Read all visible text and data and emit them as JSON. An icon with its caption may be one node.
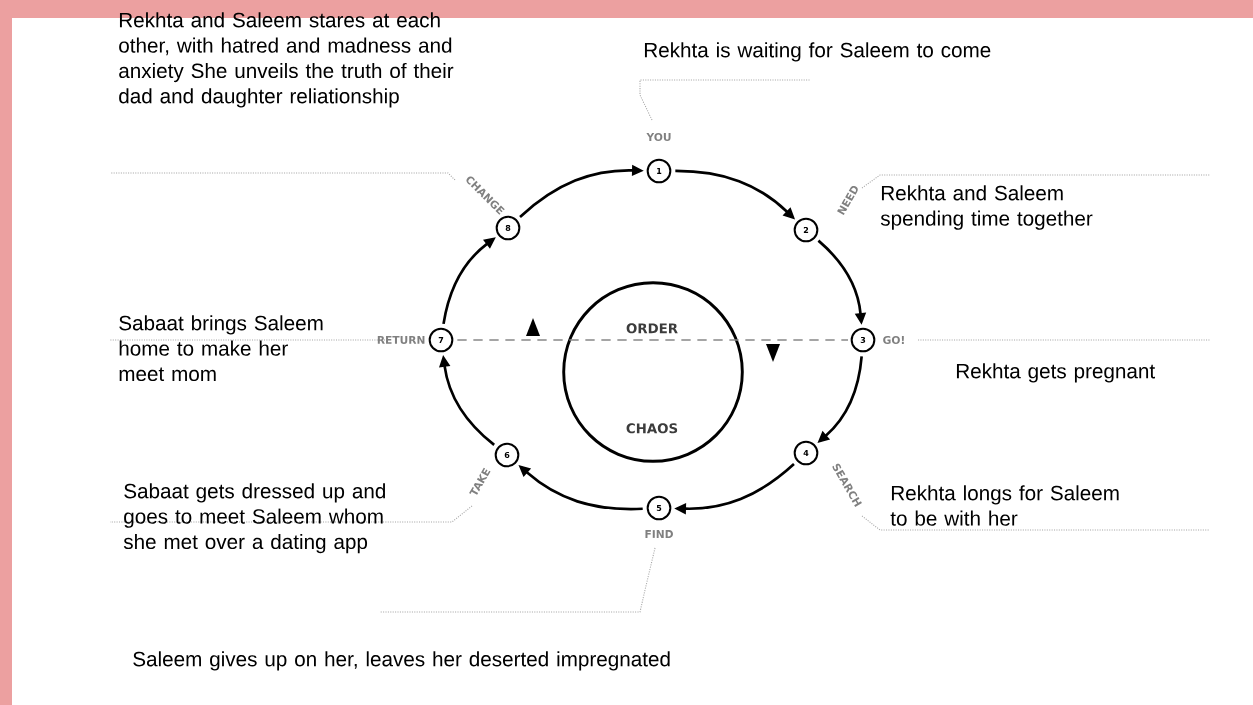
{
  "diagram": {
    "nodes": [
      {
        "text": [
          "1"
        ],
        "beside": [
          "YOU"
        ]
      },
      {
        "text": [
          "2"
        ],
        "beside": [
          "NEED"
        ]
      },
      {
        "text": [
          "3"
        ],
        "beside": [
          "GO!"
        ]
      },
      {
        "text": [
          "4"
        ],
        "beside": [
          "SEARCH"
        ]
      },
      {
        "text": [
          "5"
        ],
        "beside": [
          "FIND"
        ]
      },
      {
        "text": [
          "6"
        ],
        "beside": [
          "TAKE"
        ]
      },
      {
        "text": [
          "7"
        ],
        "beside": [
          "RETURN"
        ]
      },
      {
        "text": [
          "8"
        ],
        "beside": [
          "CHANGE"
        ]
      }
    ],
    "edges": [
      {
        "from": 0,
        "to": 1,
        "arrow": "to"
      },
      {
        "from": 1,
        "to": 2,
        "arrow": "to"
      },
      {
        "from": 2,
        "to": 3,
        "arrow": "to"
      },
      {
        "from": 3,
        "to": 4,
        "arrow": "to"
      },
      {
        "from": 4,
        "to": 5,
        "arrow": "to"
      },
      {
        "from": 5,
        "to": 6,
        "arrow": "to"
      },
      {
        "from": 6,
        "to": 7,
        "arrow": "to"
      },
      {
        "from": 7,
        "to": 0,
        "arrow": "to"
      },
      {
        "from": 6,
        "to": 2,
        "arrow": "none",
        "style": "dashed",
        "color": "#888888"
      }
    ],
    "labels": [
      "Rekhta and Saleem stares at each other, with hatred and madness and anxiety She unveils the truth of their dad and daughter reliationship",
      "Rekhta is waiting for Saleem to come",
      "Rekhta and Saleem spending time together",
      "ORDER",
      "Sabaat brings Saleem home to make her meet mom",
      "Rekhta gets pregnant",
      "CHAOS",
      "Sabaat gets dressed up and goes to meet Saleem whom she met over a dating app",
      "Rekhta longs for Saleem to be with her",
      "Saleem gives up on her, leaves her deserted impregnated"
    ]
  }
}
